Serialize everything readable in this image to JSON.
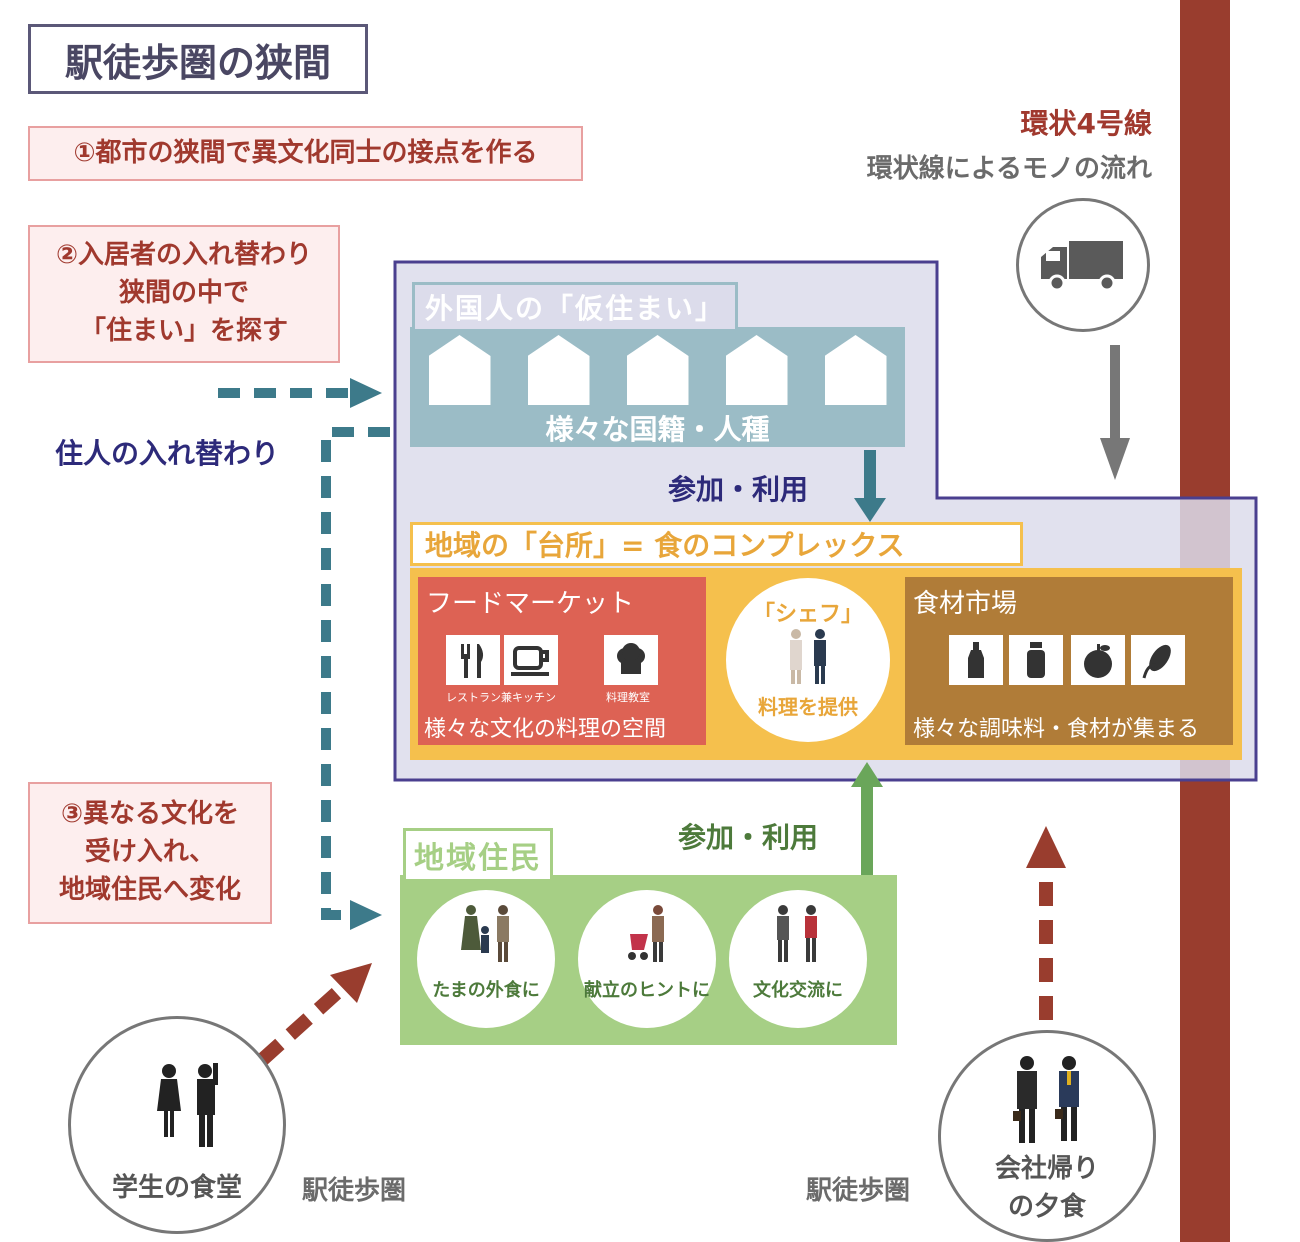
{
  "title": "駅徒歩圏の狭間",
  "notes": {
    "note1": "①都市の狭間で異文化同士の接点を作る",
    "note2_lines": [
      "②入居者の入れ替わり",
      "狭間の中で",
      "「住まい」を探す"
    ],
    "note3_lines": [
      "③異なる文化を",
      "受け入れ、",
      "地域住民へ変化"
    ]
  },
  "ring_road": {
    "name": "環状4号線",
    "flow": "環状線によるモノの流れ",
    "icon": "truck-icon"
  },
  "resident_turnover": "住人の入れ替わり",
  "foreign": {
    "title": "外国人の「仮住まい」",
    "caption": "様々な国籍・人種",
    "houses": 5
  },
  "participation_label_1": "参加・利用",
  "participation_label_2": "参加・利用",
  "complex": {
    "title": "地域の「台所」= 食のコンプレックス",
    "food_market": {
      "title": "フードマーケット",
      "icon_labels": [
        "レストラン兼キッチン",
        "料理教室"
      ],
      "caption": "様々な文化の料理の空間"
    },
    "chef": {
      "title": "「シェフ」",
      "caption": "料理を提供"
    },
    "ingredients_market": {
      "title": "食材市場",
      "caption": "様々な調味料・食材が集まる"
    }
  },
  "residents": {
    "title": "地域住民",
    "circles": [
      "たまの外食に",
      "献立のヒントに",
      "文化交流に"
    ]
  },
  "students": "学生の食堂",
  "walk_zone_1": "駅徒歩圏",
  "walk_zone_2": "駅徒歩圏",
  "commuters_lines": [
    "会社帰り",
    "の夕食"
  ],
  "colors": {
    "ring_road": "#993d2e",
    "foreign": "#9bbcc6",
    "complex": "#f5c04d",
    "food_market": "#dd6254",
    "ingredients": "#b07c38",
    "residents": "#a6cf85",
    "purple_border": "#4a3f8f",
    "teal_arrow": "#3d7a8a"
  }
}
